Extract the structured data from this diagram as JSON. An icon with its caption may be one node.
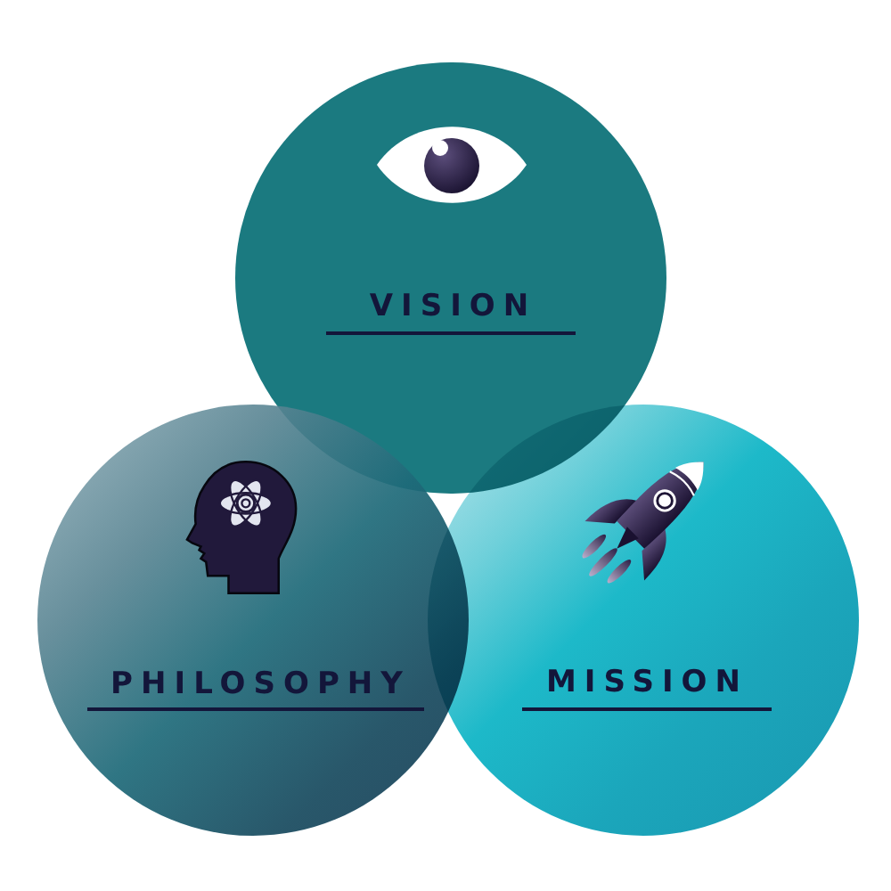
{
  "diagram": {
    "nodes": [
      {
        "text": [
          "VISION"
        ]
      },
      {
        "text": [
          "PHILOSOPHY"
        ]
      },
      {
        "text": [
          "MISSION"
        ]
      }
    ]
  }
}
